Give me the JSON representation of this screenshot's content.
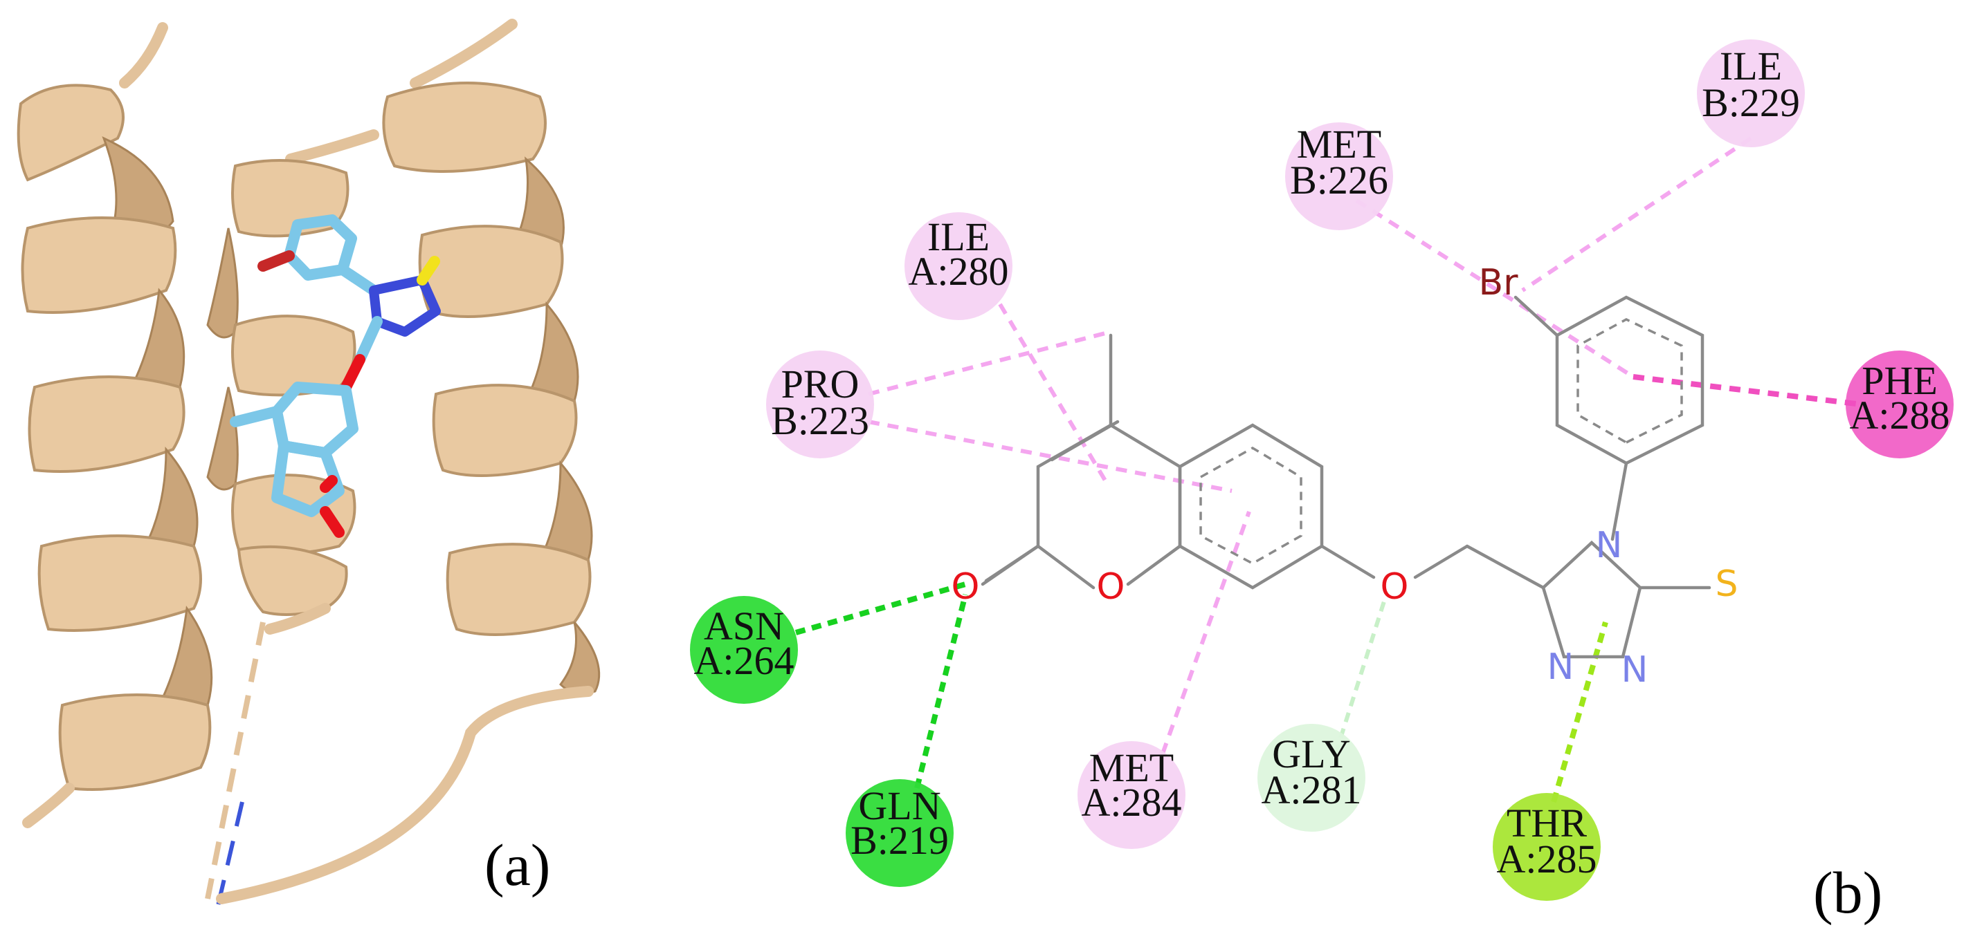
{
  "panels": {
    "left_label": "(a)",
    "right_label": "(b)"
  },
  "colors": {
    "helix": "#e9c9a1",
    "ligand_carbon": "#7cc7e8",
    "oxygen": "#e8121b",
    "nitrogen": "#2b3fd8",
    "sulfur": "#f2e21c",
    "bromine": "#8b1a1a",
    "h_bond": "#17d11f",
    "carbon_h_bond": "#c8f0c8",
    "alkyl_pi": "#f4a6ef",
    "pi_pi": "#f04fbf",
    "pi_sigma": "#9ee61a"
  },
  "atoms": {
    "br": "Br",
    "o_carbonyl": "O",
    "o_ring": "O",
    "o_ether": "O",
    "n1": "N",
    "n2": "N",
    "n3": "N",
    "s": "S"
  },
  "residues": [
    {
      "name": "ILE",
      "chain": "B:229",
      "type": "alkyl"
    },
    {
      "name": "MET",
      "chain": "B:226",
      "type": "alkyl"
    },
    {
      "name": "ILE",
      "chain": "A:280",
      "type": "alkyl"
    },
    {
      "name": "PRO",
      "chain": "B:223",
      "type": "alkyl"
    },
    {
      "name": "PHE",
      "chain": "A:288",
      "type": "pi-pi"
    },
    {
      "name": "ASN",
      "chain": "A:264",
      "type": "h-bond"
    },
    {
      "name": "GLN",
      "chain": "B:219",
      "type": "h-bond"
    },
    {
      "name": "MET",
      "chain": "A:284",
      "type": "alkyl"
    },
    {
      "name": "GLY",
      "chain": "A:281",
      "type": "carbon-h-bond"
    },
    {
      "name": "THR",
      "chain": "A:285",
      "type": "pi-sigma"
    }
  ]
}
